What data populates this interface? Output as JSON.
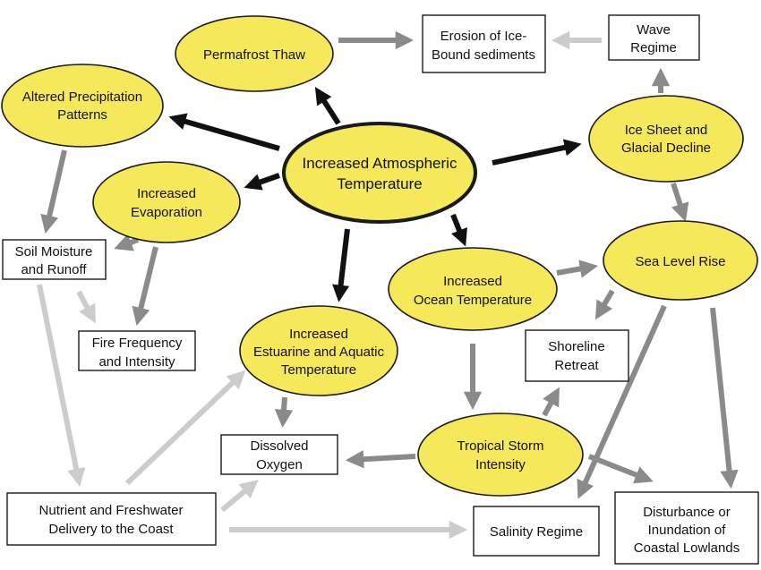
{
  "diagram": {
    "nodes": {
      "center": [
        "Increased Atmospheric",
        "Temperature"
      ],
      "permafrost": [
        "Permafrost Thaw"
      ],
      "erosion": [
        "Erosion of Ice-",
        "Bound sediments"
      ],
      "wave": [
        "Wave",
        "Regime"
      ],
      "precip": [
        "Altered Precipitation",
        "Patterns"
      ],
      "icesheet": [
        "Ice Sheet and",
        "Glacial Decline"
      ],
      "evaporation": [
        "Increased",
        "Evaporation"
      ],
      "soil": [
        "Soil Moisture",
        "and Runoff"
      ],
      "sealevel": [
        "Sea Level Rise"
      ],
      "ocean": [
        "Increased",
        "Ocean Temperature"
      ],
      "fire": [
        "Fire Frequency",
        "and Intensity"
      ],
      "estuarine": [
        "Increased",
        "Estuarine and Aquatic",
        "Temperature"
      ],
      "shoreline": [
        "Shoreline",
        "Retreat"
      ],
      "oxygen": [
        "Dissolved",
        "Oxygen"
      ],
      "storm": [
        "Tropical Storm",
        "Intensity"
      ],
      "nutrient": [
        "Nutrient and Freshwater",
        "Delivery to the Coast"
      ],
      "salinity": [
        "Salinity Regime"
      ],
      "disturbance": [
        "Disturbance or",
        "Inundation of",
        "Coastal Lowlands"
      ]
    },
    "colors": {
      "ellipse_fill": "#f5e85a",
      "primary_arrow": "#111111",
      "secondary_arrow": "#8a8a8a",
      "tertiary_arrow": "#cccccc"
    }
  }
}
